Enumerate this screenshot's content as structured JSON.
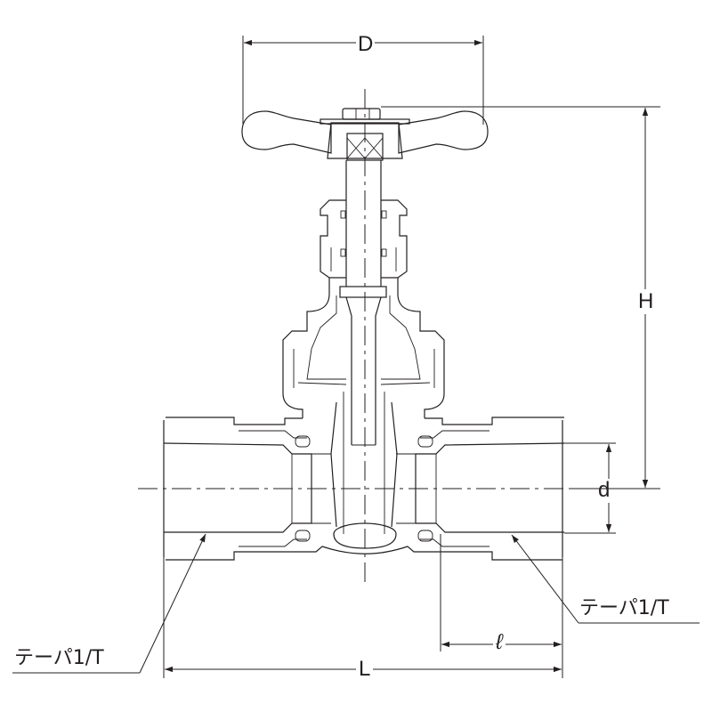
{
  "labels": {
    "D": "D",
    "H": "H",
    "d": "d",
    "ell": "ℓ",
    "L": "L",
    "taper_left": "テーパ1/T",
    "taper_right": "テーパ1/T"
  },
  "colors": {
    "line": "#231f20",
    "background": "#ffffff"
  }
}
